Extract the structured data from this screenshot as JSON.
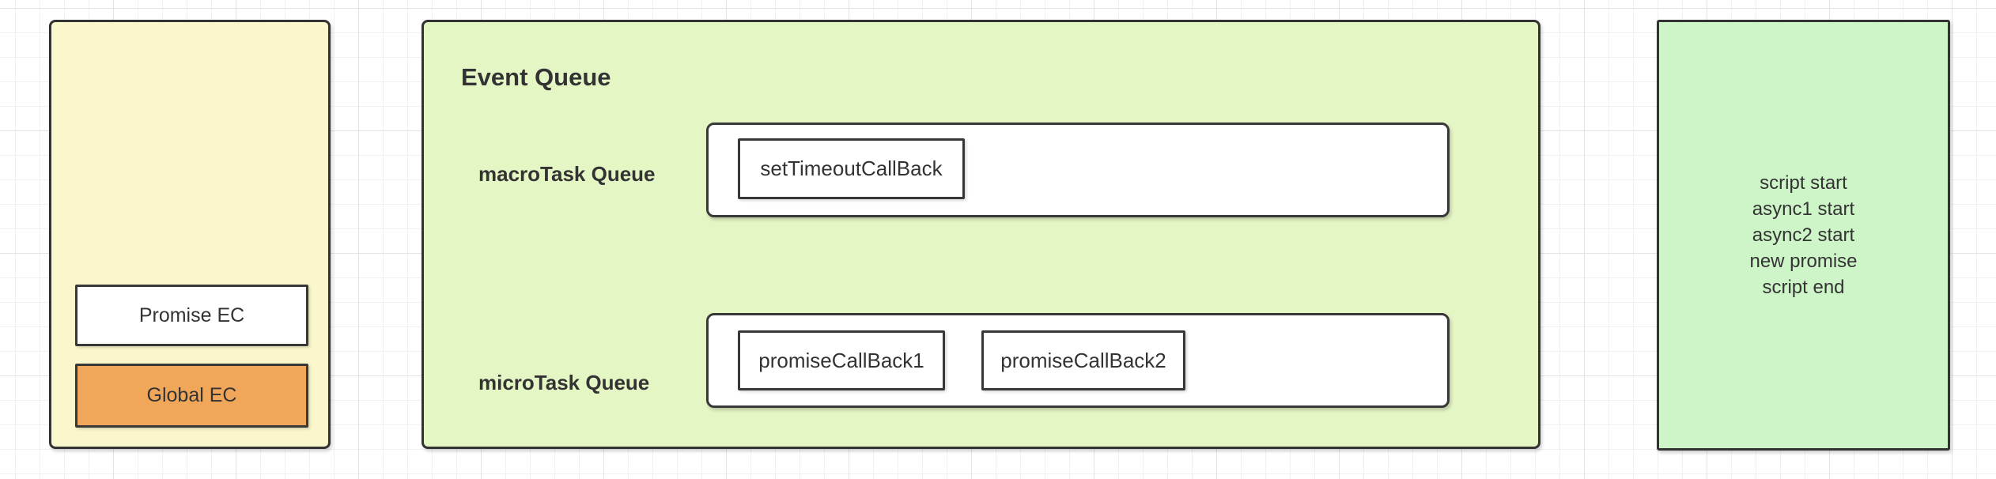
{
  "canvas": {
    "background": "#ffffff",
    "grid_minor_color": "#f1f1f1",
    "grid_major_color": "#e3e3e3",
    "shape_border_color": "#333333",
    "text_color": "#333333"
  },
  "call_stack": {
    "fill": "#fbf7cc",
    "frames": [
      {
        "label": "Promise EC",
        "fill": "#ffffff"
      },
      {
        "label": "Global EC",
        "fill": "#f0a75a"
      }
    ]
  },
  "event_queue": {
    "title": "Event Queue",
    "fill": "#e5f6c5",
    "track_fill": "#ffffff",
    "queues": [
      {
        "label": "macroTask Queue",
        "tasks": [
          "setTimeoutCallBack"
        ]
      },
      {
        "label": "microTask Queue",
        "tasks": [
          "promiseCallBack1",
          "promiseCallBack2"
        ]
      }
    ]
  },
  "output_panel": {
    "fill": "#cdf5c7",
    "lines": [
      "script start",
      "async1 start",
      "async2 start",
      "new promise",
      "script end"
    ]
  }
}
